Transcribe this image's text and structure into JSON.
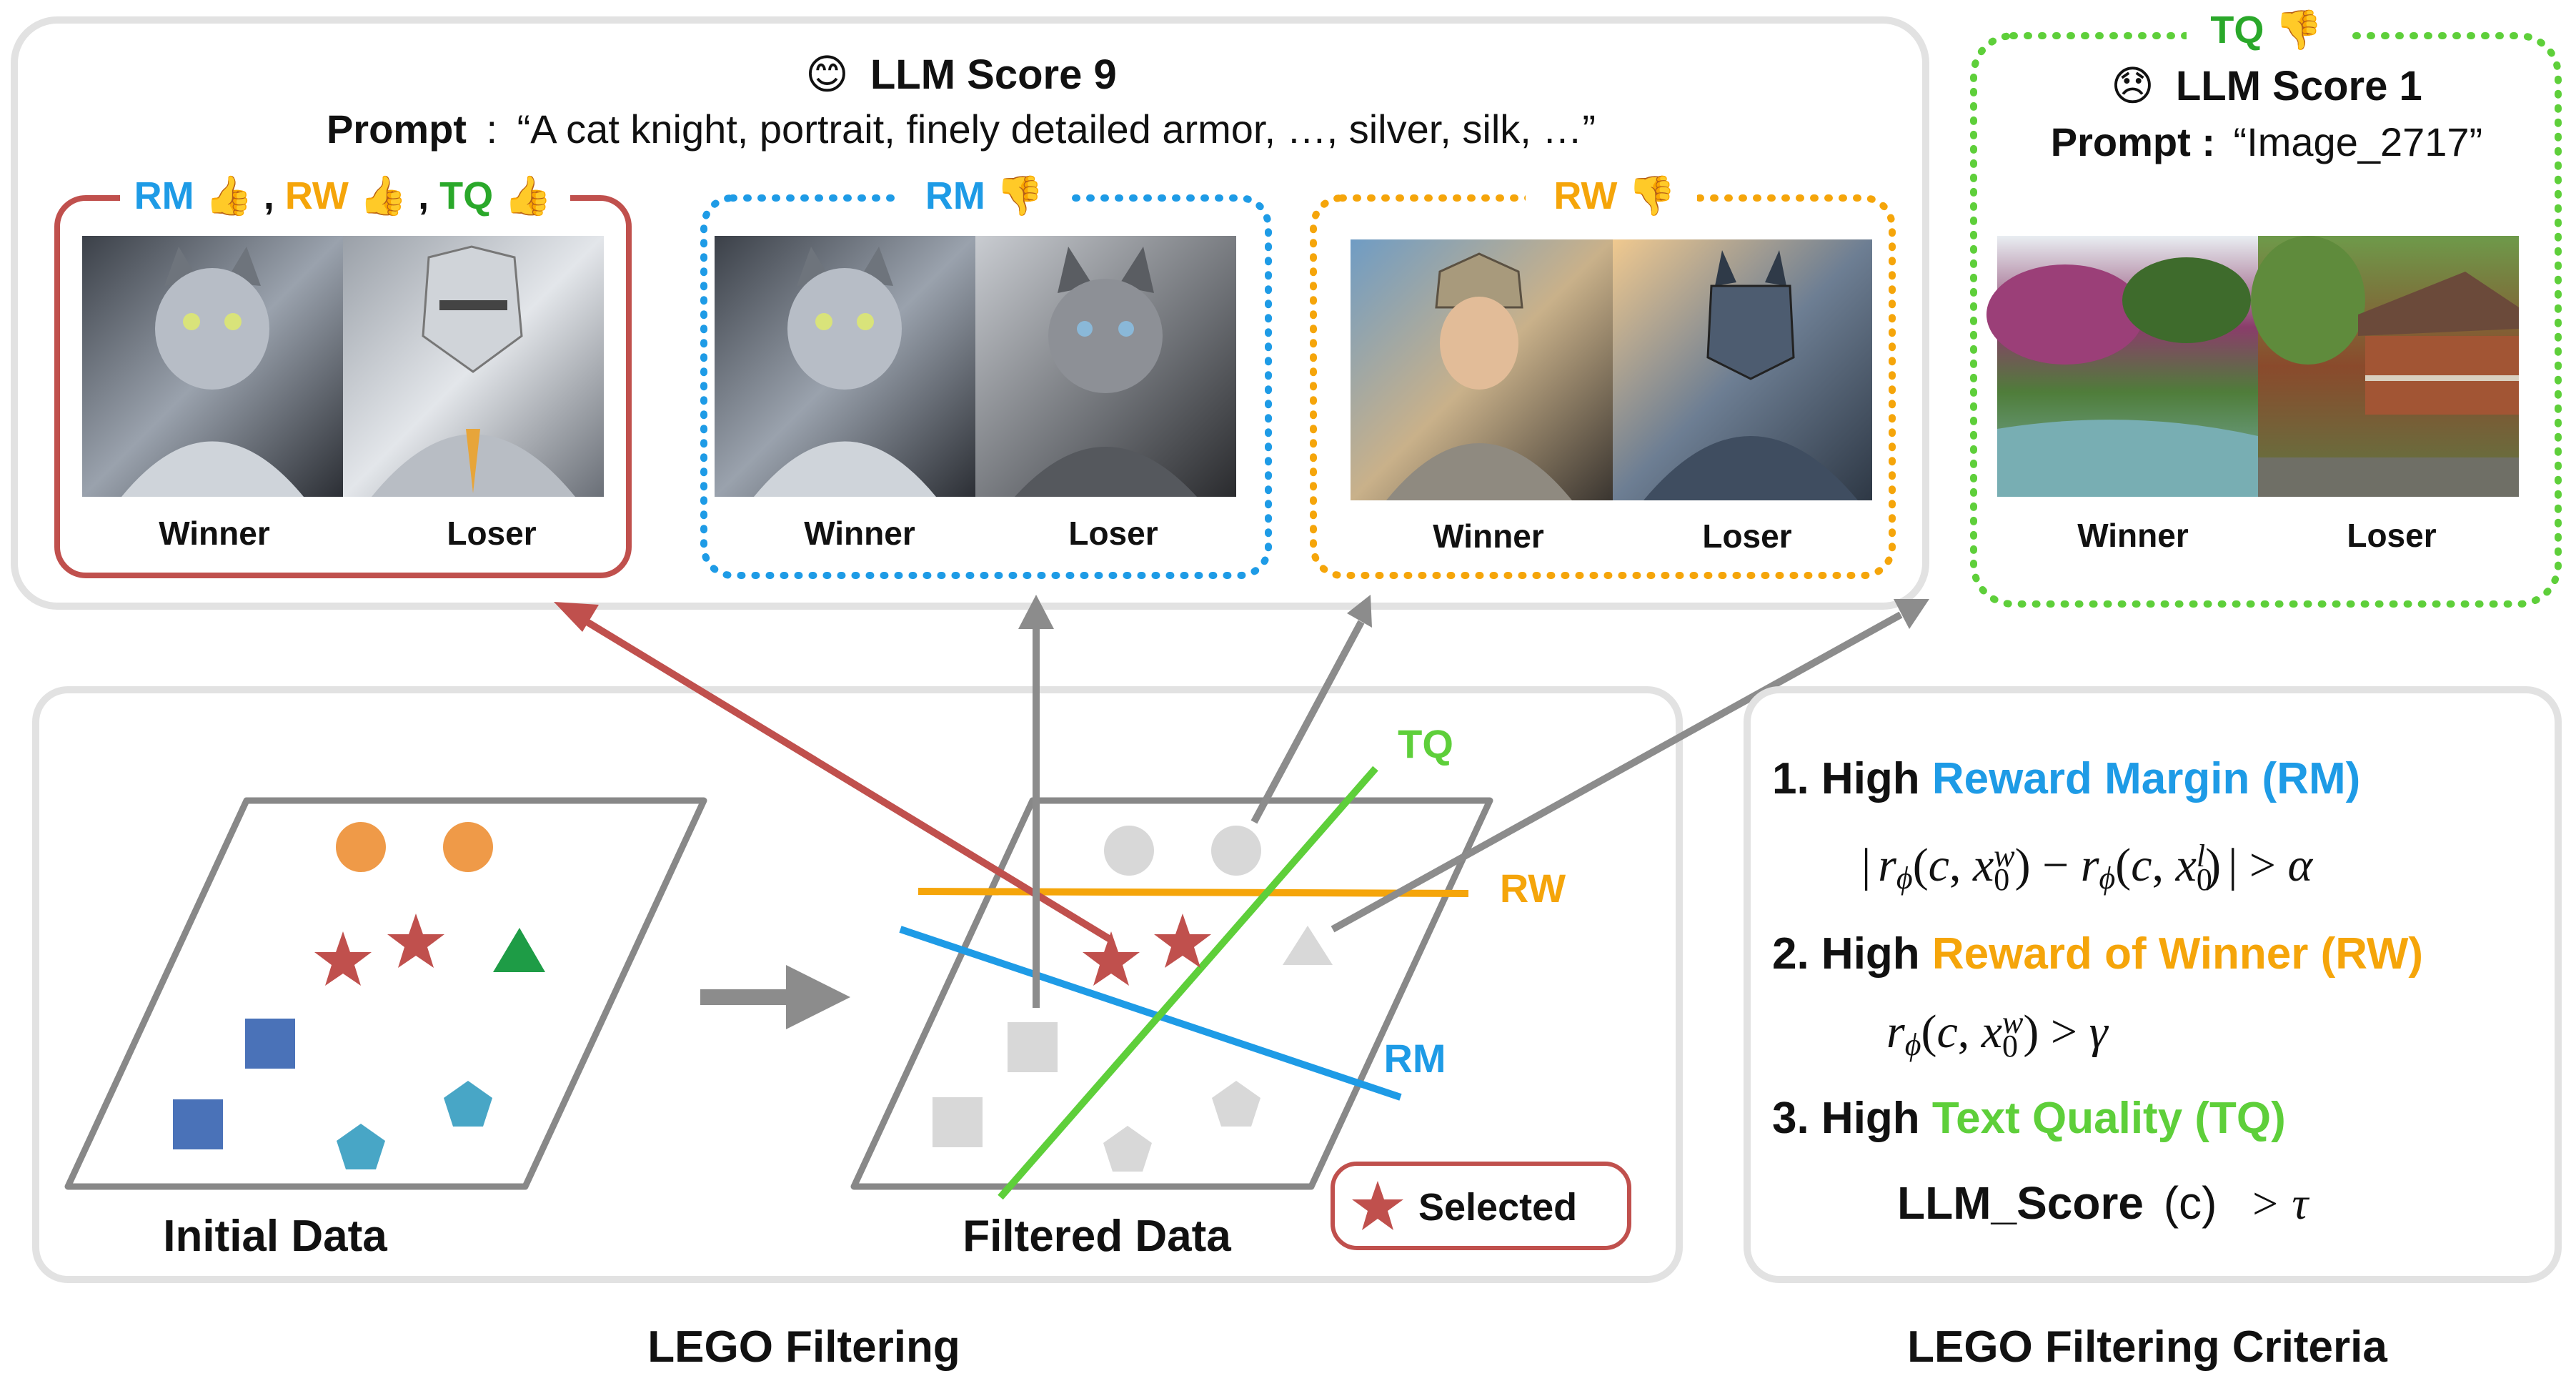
{
  "top_panel": {
    "header": {
      "emoji": "😊",
      "score_label": "LLM Score 9",
      "prompt_label": "Prompt",
      "prompt_sep": ":",
      "prompt_text": "“A cat knight, portrait, finely detailed armor, …, silver, silk, …”"
    },
    "pairs": [
      {
        "id": "all",
        "tags": [
          {
            "text": "RM",
            "color": "#1e9be6"
          },
          {
            "text": "👍",
            "color": "#f2b705"
          },
          {
            "text": ", ",
            "color": "#111111"
          },
          {
            "text": "RW",
            "color": "#f5a50a"
          },
          {
            "text": "👍",
            "color": "#f2b705"
          },
          {
            "text": ", ",
            "color": "#111111"
          },
          {
            "text": "TQ",
            "color": "#2aa82a"
          },
          {
            "text": "👍",
            "color": "#f2b705"
          }
        ],
        "winner_label": "Winner",
        "loser_label": "Loser",
        "border_color": "#c0504d",
        "border_style": "solid"
      },
      {
        "id": "rm",
        "tags": [
          {
            "text": "RM",
            "color": "#1e9be6"
          },
          {
            "text": "👎",
            "color": "#f2b705"
          }
        ],
        "winner_label": "Winner",
        "loser_label": "Loser",
        "border_color": "#1e9be6",
        "border_style": "dotted"
      },
      {
        "id": "rw",
        "tags": [
          {
            "text": "RW",
            "color": "#f5a50a"
          },
          {
            "text": "👎",
            "color": "#f2b705"
          }
        ],
        "winner_label": "Winner",
        "loser_label": "Loser",
        "border_color": "#f5a50a",
        "border_style": "dotted"
      }
    ]
  },
  "tq_panel": {
    "tag": "TQ",
    "tag_icon": "👎",
    "tag_color": "#2aa82a",
    "emoji": "😞",
    "score_label": "LLM Score 1",
    "prompt_label": "Prompt :",
    "prompt_text": "“Image_2717”",
    "winner_label": "Winner",
    "loser_label": "Loser",
    "border_color": "#5ecf3a"
  },
  "filtering": {
    "initial_label": "Initial Data",
    "filtered_label": "Filtered Data",
    "selected_label": "Selected",
    "line_labels": {
      "tq": "TQ",
      "rw": "RW",
      "rm": "RM"
    },
    "caption": "LEGO Filtering"
  },
  "criteria": {
    "caption": "LEGO Filtering Criteria",
    "items": [
      {
        "prefix": "1. High ",
        "name": "Reward Margin (RM)",
        "color": "#1e9be6"
      },
      {
        "prefix": "2. High ",
        "name": "Reward of Winner (RW)",
        "color": "#f5a50a"
      },
      {
        "prefix": "3. High ",
        "name": "Text Quality (TQ)",
        "color": "#5ecf3a"
      }
    ],
    "llm_score_label": "LLM_Score",
    "llm_score_arg": "(c)",
    "symbols": {
      "alpha": "α",
      "gamma": "γ",
      "tau": "τ"
    }
  },
  "colors": {
    "red": "#c0504d",
    "blue": "#1e9be6",
    "orange": "#f5a50a",
    "green": "#5ecf3a",
    "gray_arrow": "#8c8c8c",
    "panel_border": "#e2e2e2"
  }
}
